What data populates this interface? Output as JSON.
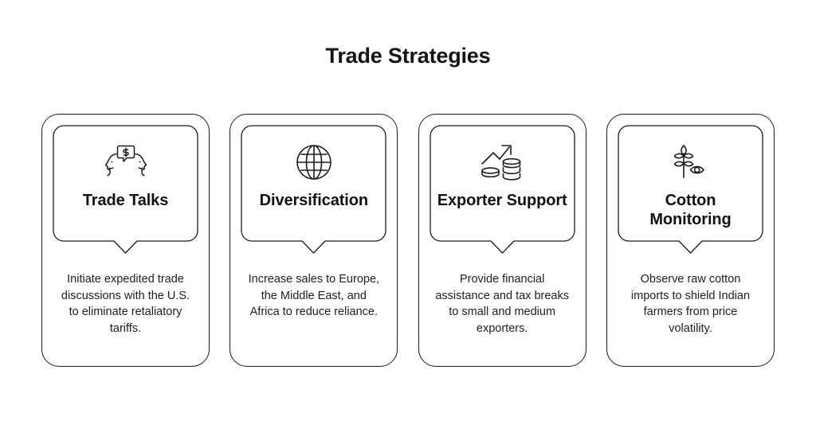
{
  "header": {
    "title": "Trade Strategies"
  },
  "cards": [
    {
      "icon": "trade-talks-icon",
      "heading": "Trade Talks",
      "body": "Initiate expedited trade discussions with the U.S. to eliminate retaliatory tariffs."
    },
    {
      "icon": "globe-icon",
      "heading": "Diversification",
      "body": "Increase sales to Europe, the Middle East, and Africa to reduce reliance."
    },
    {
      "icon": "growth-coins-icon",
      "heading": "Exporter Support",
      "body": "Provide financial assistance and tax breaks to small and medium exporters."
    },
    {
      "icon": "plant-eye-icon",
      "heading": "Cotton Monitoring",
      "body": "Observe raw cotton imports to shield Indian farmers from price volatility."
    }
  ],
  "colors": {
    "background": "#ffffff",
    "stroke": "#1b1b1b",
    "title_text": "#141414",
    "body_text": "#202020"
  }
}
